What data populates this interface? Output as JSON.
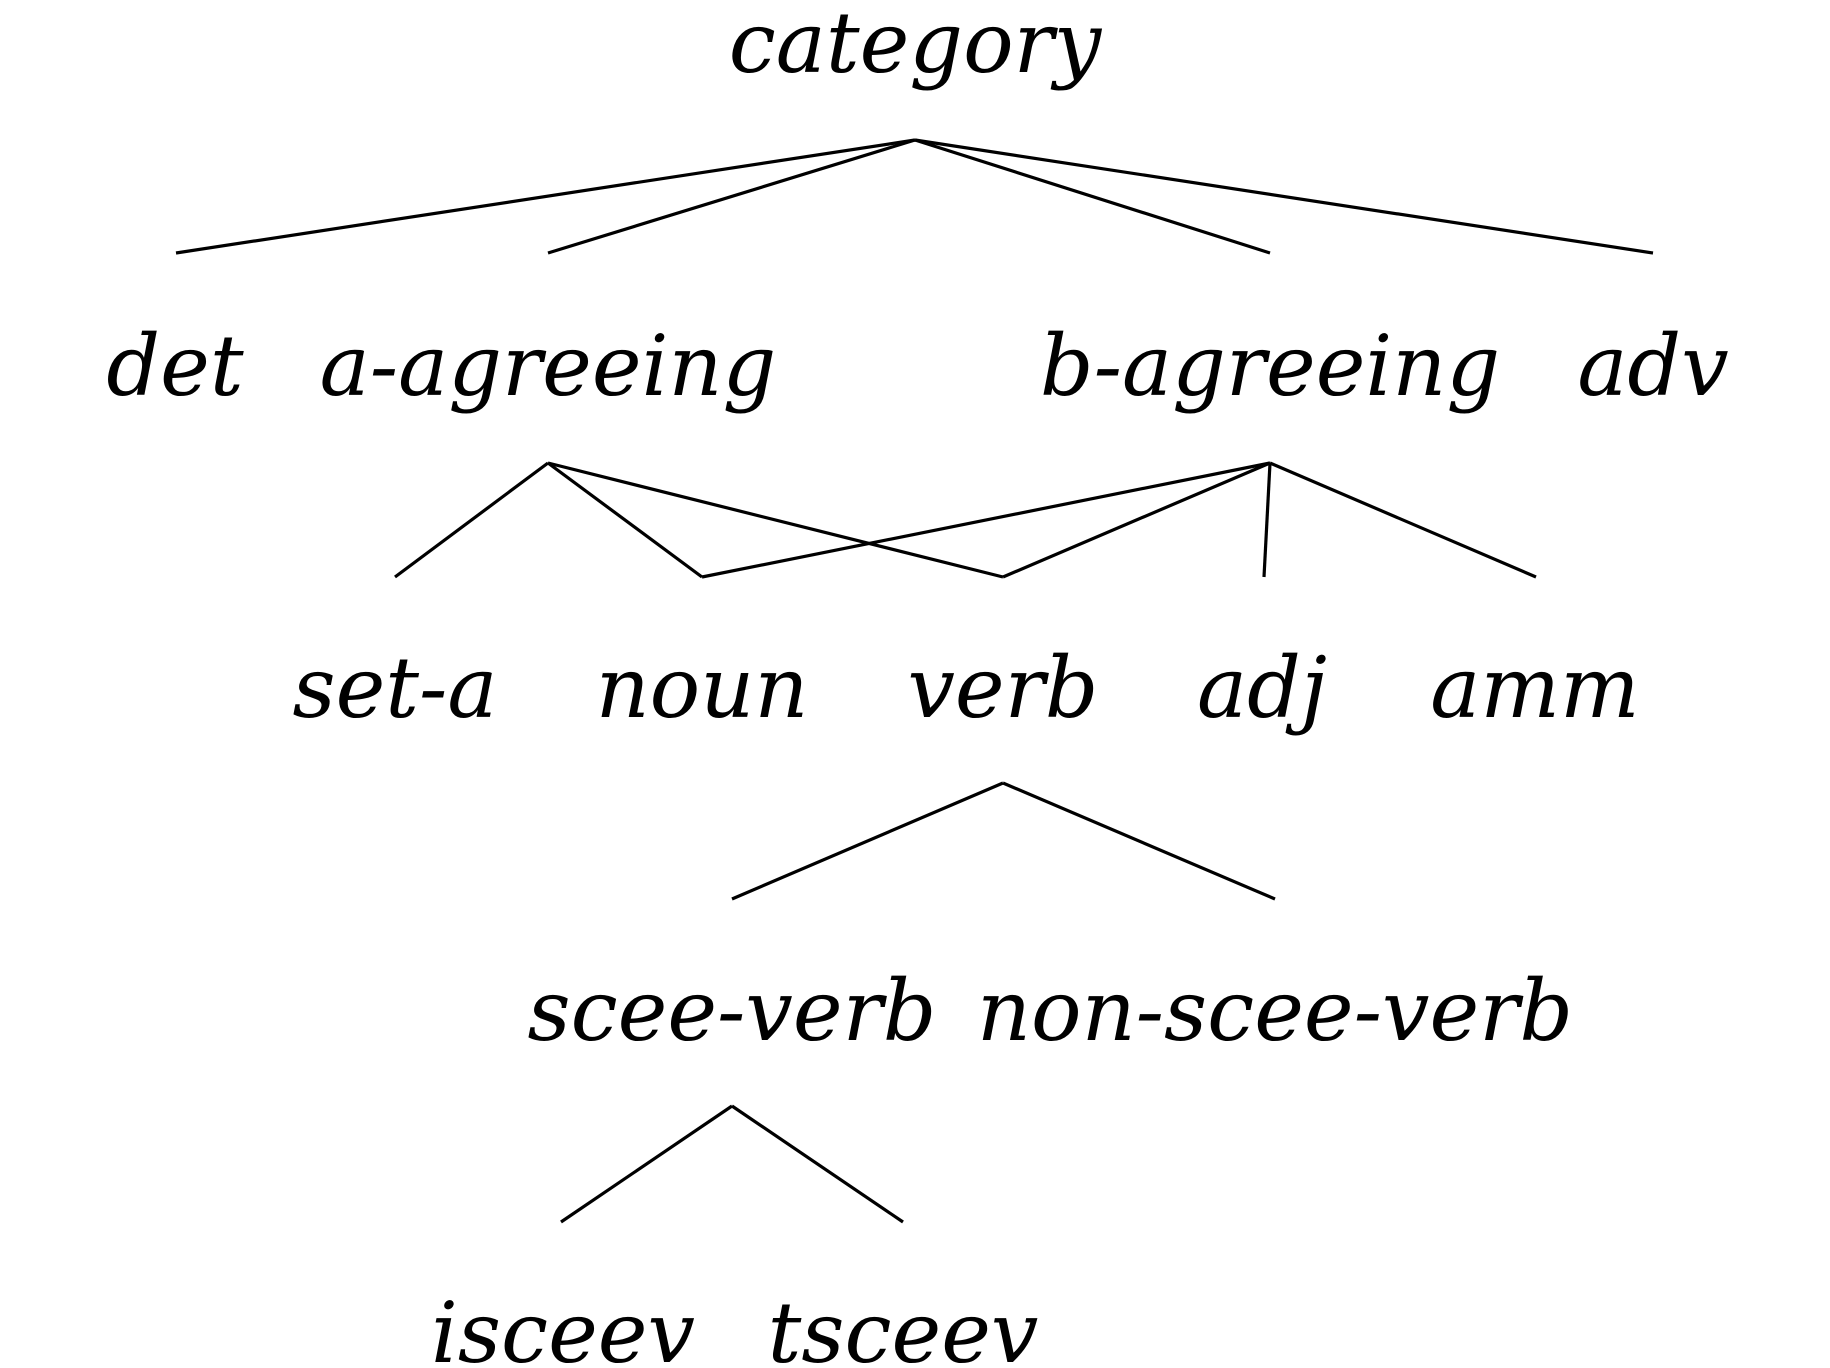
{
  "nodes": {
    "category": "category",
    "det": "det",
    "a_agreeing": "a-agreeing",
    "b_agreeing": "b-agreeing",
    "adv": "adv",
    "set_a": "set-a",
    "noun": "noun",
    "verb": "verb",
    "adj": "adj",
    "amm": "amm",
    "scee_verb": "scee-verb",
    "non_scee_verb": "non-scee-verb",
    "isceev": "isceev",
    "tsceev": "tsceev"
  },
  "edges": [
    [
      "category",
      "det"
    ],
    [
      "category",
      "a_agreeing"
    ],
    [
      "category",
      "b_agreeing"
    ],
    [
      "category",
      "adv"
    ],
    [
      "a_agreeing",
      "set_a"
    ],
    [
      "a_agreeing",
      "noun"
    ],
    [
      "a_agreeing",
      "verb"
    ],
    [
      "b_agreeing",
      "noun"
    ],
    [
      "b_agreeing",
      "verb"
    ],
    [
      "b_agreeing",
      "adj"
    ],
    [
      "b_agreeing",
      "amm"
    ],
    [
      "verb",
      "scee_verb"
    ],
    [
      "verb",
      "non_scee_verb"
    ],
    [
      "scee_verb",
      "isceev"
    ],
    [
      "scee_verb",
      "tsceev"
    ]
  ],
  "colors": {
    "ink": "#000000",
    "background": "#ffffff"
  }
}
